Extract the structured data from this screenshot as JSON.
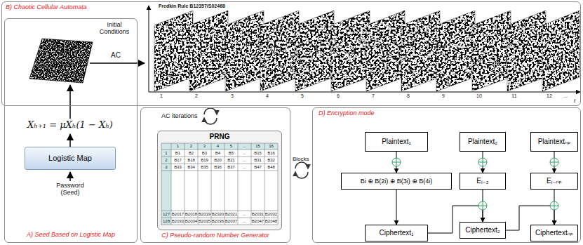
{
  "diagram": {
    "nodes": [
      {
        "text": [
          "B) Chaotic Cellular Automata"
        ]
      },
      {
        "text": [
          "A) Seed Based on Logistic Map"
        ]
      },
      {
        "text": [
          "Logistic Map"
        ],
        "in": 1
      },
      {
        "text": [
          "C) Pseudo-random Number Generator"
        ]
      },
      {
        "text": [
          "PRNG"
        ],
        "in": 3
      },
      {
        "text": [
          "D) Encryption mode"
        ]
      },
      {
        "text": [
          "Plaintext₁"
        ],
        "in": 5
      },
      {
        "text": [
          "Plaintext₂"
        ],
        "in": 5
      },
      {
        "text": [
          "Plaintextₙₚ"
        ],
        "in": 5
      },
      {
        "text": [
          "Bi ⊕ B(2i) ⊕ B(3i) ⊕ B(4i)"
        ],
        "in": 5
      },
      {
        "text": [
          "Eᵢ₋₂"
        ],
        "in": 5
      },
      {
        "text": [
          "Eᵢ₋ₙₚ"
        ],
        "in": 5
      },
      {
        "text": [
          "Ciphertext₁"
        ],
        "in": 5
      },
      {
        "text": [
          "Ciphertext₂"
        ],
        "in": 5
      },
      {
        "text": [
          "Ciphertextₙₚ"
        ],
        "in": 5
      }
    ],
    "edges": [
      {
        "from": 6,
        "to": 9,
        "arrow": "to"
      },
      {
        "from": 9,
        "to": 12,
        "arrow": "to"
      },
      {
        "from": 7,
        "to": 10,
        "arrow": "to"
      },
      {
        "from": 10,
        "to": 13,
        "arrow": "to"
      },
      {
        "from": 12,
        "to": 13,
        "arrow": "to"
      },
      {
        "from": 8,
        "to": 11,
        "arrow": "to"
      },
      {
        "from": 11,
        "to": 14,
        "arrow": "to"
      },
      {
        "from": 13,
        "to": 14,
        "arrow": "to"
      }
    ],
    "labels": [
      "AC",
      "Initial Conditions",
      "Xₕ₊₁ = μXₕ(1 − Xₕ)",
      "Password (Seed)",
      "Fredkin Rule B12357/S02468",
      "1",
      "2",
      "3",
      "4",
      "5",
      "6",
      "7",
      "8",
      "9",
      "10",
      "11",
      "12",
      "...",
      "t",
      "AC iterations",
      "Blocks",
      "1",
      "2",
      "3",
      "4",
      "5",
      "...",
      "15",
      "16",
      "1",
      "B1",
      "B2",
      "B3",
      "B4",
      "B5",
      "...",
      "B15",
      "B16",
      "2",
      "B17",
      "B18",
      "B19",
      "B20",
      "B21",
      "...",
      "B31",
      "B32",
      "3",
      "B33",
      "B34",
      "B35",
      "B36",
      "B37",
      "...",
      "B47",
      "B48",
      "127",
      "B2017",
      "B2018",
      "B2019",
      "B2020",
      "B2021",
      "...",
      "B2031",
      "B2032",
      "128",
      "B2033",
      "B2034",
      "B2035",
      "B2036",
      "B2037",
      "...",
      "B2047",
      "B2048"
    ]
  }
}
